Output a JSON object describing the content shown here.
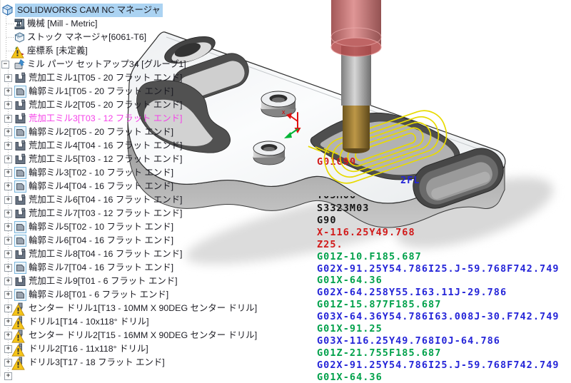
{
  "header": {
    "title": "SOLIDWORKS CAM NC マネージャ"
  },
  "tree": {
    "items": [
      {
        "label": "機械 [Mill - Metric]",
        "icon": "machine",
        "level": 1
      },
      {
        "label": "ストック マネージャ[6061-T6]",
        "icon": "stock",
        "level": 1
      },
      {
        "label": "座標系 [未定義]",
        "icon": "csys",
        "level": 1,
        "warning": true
      },
      {
        "label": "ミル パーツ セットアップ34 [グループ1]",
        "icon": "setup",
        "level": 1,
        "expand": "minus"
      },
      {
        "label": "荒加工ミル1[T05 - 20 フラット エンド]",
        "icon": "rough",
        "level": 2,
        "expand": "plus"
      },
      {
        "label": "輪郭ミル1[T05 - 20 フラット エンド]",
        "icon": "contour",
        "level": 2,
        "expand": "plus"
      },
      {
        "label": "荒加工ミル2[T05 - 20 フラット エンド]",
        "icon": "rough",
        "level": 2,
        "expand": "plus"
      },
      {
        "label": "荒加工ミル3[T03 - 12 フラット エンド]",
        "icon": "rough",
        "level": 2,
        "expand": "plus",
        "selected": true
      },
      {
        "label": "輪郭ミル2[T05 - 20 フラット エンド]",
        "icon": "contour",
        "level": 2,
        "expand": "plus"
      },
      {
        "label": "荒加工ミル4[T04 - 16 フラット エンド]",
        "icon": "rough",
        "level": 2,
        "expand": "plus"
      },
      {
        "label": "荒加工ミル5[T03 - 12 フラット エンド]",
        "icon": "rough",
        "level": 2,
        "expand": "plus"
      },
      {
        "label": "輪郭ミル3[T02 - 10 フラット エンド]",
        "icon": "contour",
        "level": 2,
        "expand": "plus"
      },
      {
        "label": "輪郭ミル4[T04 - 16 フラット エンド]",
        "icon": "contour",
        "level": 2,
        "expand": "plus"
      },
      {
        "label": "荒加工ミル6[T04 - 16 フラット エンド]",
        "icon": "rough",
        "level": 2,
        "expand": "plus"
      },
      {
        "label": "荒加工ミル7[T03 - 12 フラット エンド]",
        "icon": "rough",
        "level": 2,
        "expand": "plus"
      },
      {
        "label": "輪郭ミル5[T02 - 10 フラット エンド]",
        "icon": "contour",
        "level": 2,
        "expand": "plus"
      },
      {
        "label": "輪郭ミル6[T04 - 16 フラット エンド]",
        "icon": "contour",
        "level": 2,
        "expand": "plus"
      },
      {
        "label": "荒加工ミル8[T04 - 16 フラット エンド]",
        "icon": "rough",
        "level": 2,
        "expand": "plus"
      },
      {
        "label": "輪郭ミル7[T04 - 16 フラット エンド]",
        "icon": "contour",
        "level": 2,
        "expand": "plus"
      },
      {
        "label": "荒加工ミル9[T01 - 6 フラット エンド]",
        "icon": "rough",
        "level": 2,
        "expand": "plus"
      },
      {
        "label": "輪郭ミル8[T01 - 6 フラット エンド]",
        "icon": "contour",
        "level": 2,
        "expand": "plus"
      },
      {
        "label": "センター ドリル1[T13 - 10MM X 90DEG センター ドリル]",
        "icon": "centerdrill",
        "level": 2,
        "expand": "plus",
        "warning": true
      },
      {
        "label": "ドリル1[T14 - 10x118° ドリル]",
        "icon": "drill",
        "level": 2,
        "expand": "plus",
        "warning": true
      },
      {
        "label": "センター ドリル2[T15 - 16MM X 90DEG センター ドリル]",
        "icon": "centerdrill",
        "level": 2,
        "expand": "plus",
        "warning": true
      },
      {
        "label": "ドリル2[T16 - 11x118° ドリル]",
        "icon": "drill",
        "level": 2,
        "expand": "plus",
        "warning": true
      },
      {
        "label": "ドリル3[T17 - 18 フラット エンド]",
        "icon": "drill",
        "level": 2,
        "expand": "plus",
        "warning": true
      },
      {
        "label": "",
        "level": 2,
        "expand": "plus",
        "partial": true
      }
    ]
  },
  "nc_code": {
    "fragments": [
      {
        "text": "G01G90",
        "color": "red"
      },
      {
        "text": "2FL",
        "color": "blue"
      },
      {
        "text": "T05M06",
        "color": "black",
        "clipped": true
      }
    ],
    "lines": [
      {
        "text": "S3323M03",
        "color": "black"
      },
      {
        "text": "G90",
        "color": "black"
      },
      {
        "text": "X-116.25Y49.768",
        "color": "red"
      },
      {
        "text": "Z25.",
        "color": "red"
      },
      {
        "text": "G01Z-10.F185.687",
        "color": "green"
      },
      {
        "text": "G02X-91.25Y54.786I25.J-59.768F742.749",
        "color": "blue"
      },
      {
        "text": "G01X-64.36",
        "color": "green"
      },
      {
        "text": "G02X-64.258Y55.I63.11J-29.786",
        "color": "blue"
      },
      {
        "text": "G01Z-15.877F185.687",
        "color": "green"
      },
      {
        "text": "G03X-64.36Y54.786I63.008J-30.F742.749",
        "color": "blue"
      },
      {
        "text": "G01X-91.25",
        "color": "green"
      },
      {
        "text": "G03X-116.25Y49.768I0J-64.786",
        "color": "blue"
      },
      {
        "text": "G01Z-21.755F185.687",
        "color": "green"
      },
      {
        "text": "G02X-91.25Y54.786I25.J-59.768F742.749",
        "color": "blue"
      },
      {
        "text": "G01X-64.36",
        "color": "green"
      }
    ]
  },
  "viewport": {
    "axis_label_x": "x"
  },
  "colors": {
    "selection_bg": "#abd3f2",
    "selected_text": "#f540e8",
    "toolpath_yellow": "#e8da00",
    "nc_red": "#d21a1a",
    "nc_green": "#00a14b",
    "nc_blue": "#2525d8",
    "nc_black": "#161616"
  }
}
